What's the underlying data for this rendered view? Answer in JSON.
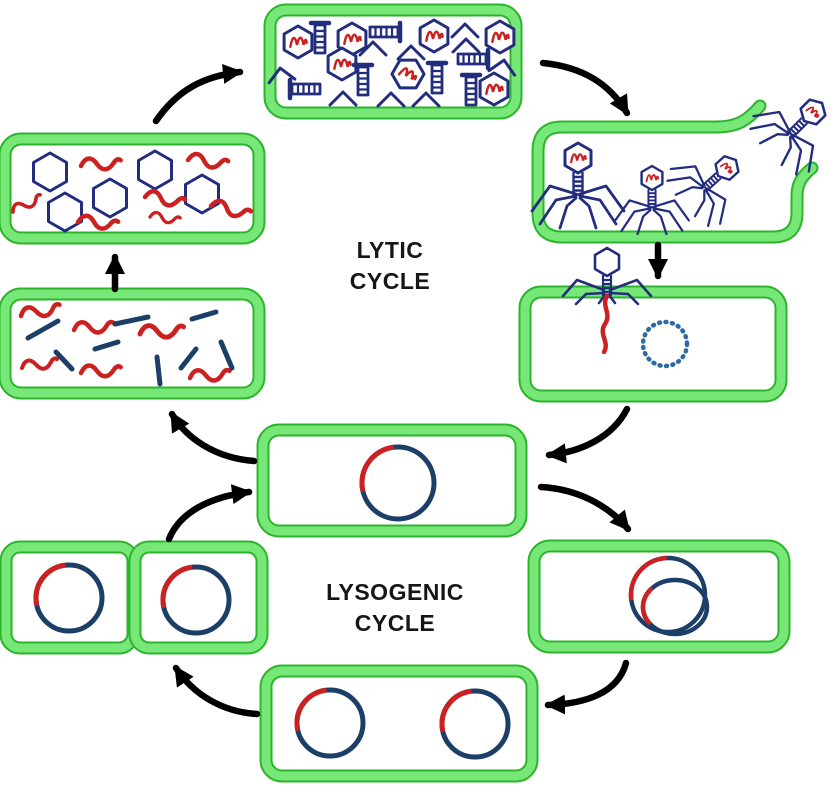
{
  "labels": {
    "lytic": {
      "line1": "LYTIC",
      "line2": "CYCLE"
    },
    "lysogenic": {
      "line1": "LYSOGENIC",
      "line2": "CYCLE"
    }
  },
  "colors": {
    "green-band": "#77e877",
    "green-edge": "#2db42d",
    "phage-navy": "#232d7d",
    "chrom-blue": "#1c3f68",
    "dotted-blue": "#2e6aa0",
    "dna-red": "#cc2121",
    "arrow-black": "#000000",
    "background": "#ffffff"
  },
  "icons": {
    "phage": "bacteriophage-icon",
    "capsid_with_dna": "capsid-with-dna-icon",
    "empty_capsid": "empty-capsid-icon",
    "tail_piece": "tail-piece-icon",
    "leg_piece": "leg-chevron-icon",
    "phage_dna": "red-dna-squiggle-icon",
    "host_dna_fragment": "host-dna-fragment-icon",
    "bacterial_chromosome": "bacterial-chromosome-icon",
    "prophage_chromosome": "chromosome-with-prophage-icon"
  }
}
